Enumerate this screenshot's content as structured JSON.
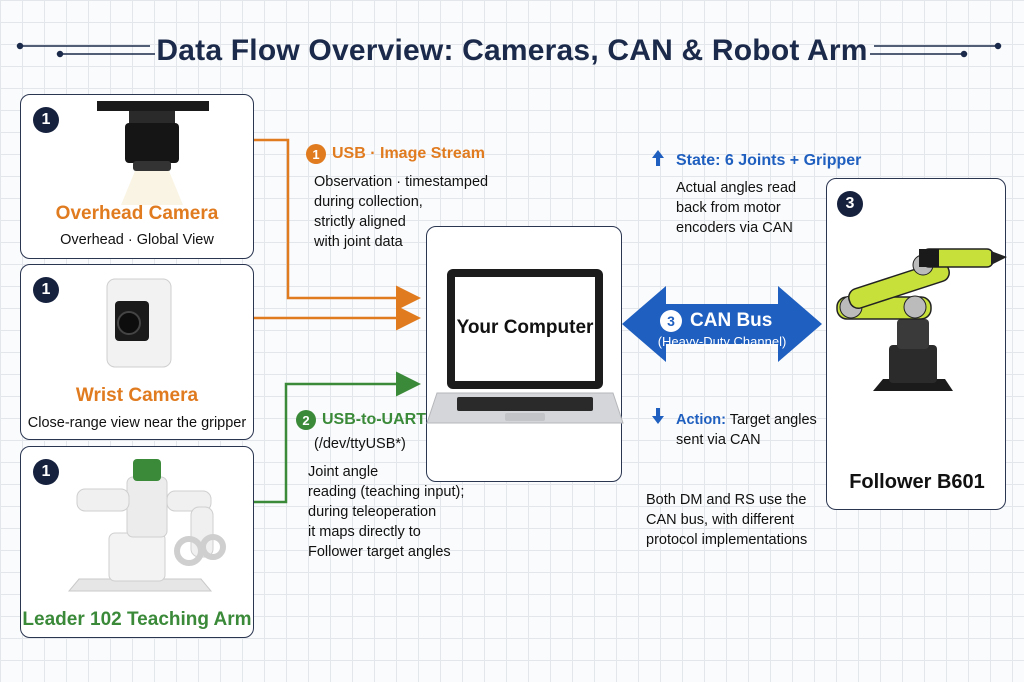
{
  "title": "Data Flow Overview: Cameras, CAN & Robot Arm",
  "colors": {
    "orange": "#e07b20",
    "green": "#3b8a3a",
    "blue": "#1f5fbf",
    "navy": "#16213e"
  },
  "overhead_camera": {
    "badge": "1",
    "label": "Overhead Camera",
    "sub": "Overhead · Global View"
  },
  "wrist_camera": {
    "badge": "1",
    "label": "Wrist Camera",
    "sub": "Close-range view near the gripper"
  },
  "leader_arm": {
    "badge": "1",
    "label": "Leader 102 Teaching Arm"
  },
  "usb_stream": {
    "num": "1",
    "heading": "USB · Image Stream",
    "lines": [
      "Observation · timestamped",
      "during collection,",
      "strictly aligned",
      "with joint data"
    ]
  },
  "usb_uart": {
    "num": "2",
    "heading": "USB-to-UART",
    "device": "(/dev/ttyUSB*)",
    "lines": [
      "Joint angle",
      "reading (teaching input);",
      "during teleoperation",
      "it maps directly to",
      "Follower target angles"
    ]
  },
  "computer": {
    "label": "Your Computer"
  },
  "can_bus": {
    "num": "3",
    "label": "CAN Bus",
    "sub": "(Heavy-Duty Channel)"
  },
  "state": {
    "heading": "State: 6 Joints + Gripper",
    "lines": [
      "Actual angles read",
      "back from motor",
      "encoders via CAN"
    ]
  },
  "action": {
    "heading": "Action:",
    "text": "Target angles",
    "line2": "sent via CAN"
  },
  "protocol_note": {
    "lines": [
      "Both DM and RS use the",
      "CAN bus, with different",
      "protocol implementations"
    ]
  },
  "follower": {
    "badge": "3",
    "label": "Follower B601"
  }
}
